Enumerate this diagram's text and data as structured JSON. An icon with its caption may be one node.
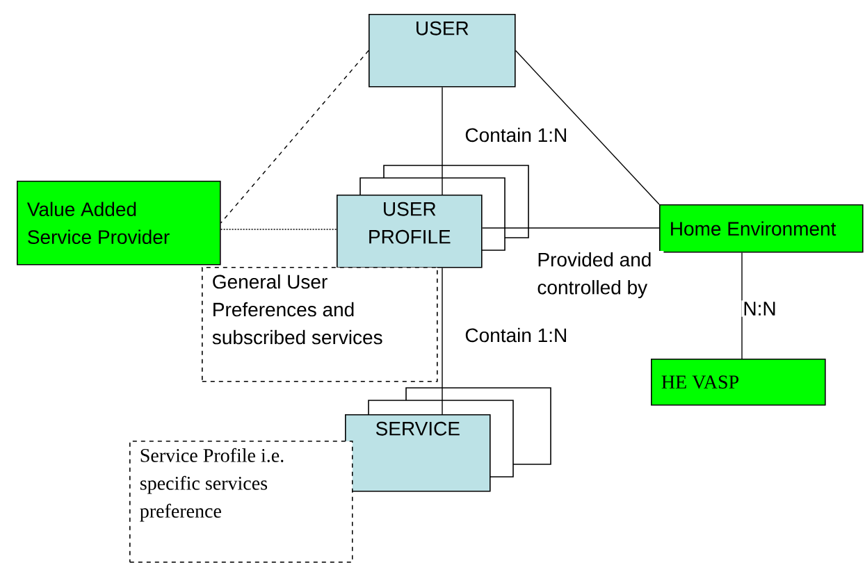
{
  "diagram": {
    "nodes": [
      {
        "text": [
          "USER"
        ]
      },
      {
        "text": [
          "Value Added Service Provider"
        ]
      },
      {
        "text": [
          "USER PROFILE"
        ]
      },
      {
        "text": [
          "Home Environment"
        ]
      },
      {
        "text": [
          "General User Preferences and subscribed services"
        ]
      },
      {
        "text": [
          "SERVICE"
        ]
      },
      {
        "text": [
          "HE VASP"
        ]
      },
      {
        "text": [
          "Service Profile i.e. specific services preference"
        ]
      }
    ],
    "edges": [
      {
        "from": 0,
        "to": 2,
        "arrow": "none",
        "label": "Contain 1:N"
      },
      {
        "from": 0,
        "to": 3,
        "arrow": "none"
      },
      {
        "from": 0,
        "to": 1,
        "arrow": "none",
        "style": "dashed"
      },
      {
        "from": 1,
        "to": 2,
        "arrow": "none",
        "style": "dashed"
      },
      {
        "from": 2,
        "to": 3,
        "arrow": "none",
        "label": "Provided and controlled by"
      },
      {
        "from": 2,
        "to": 5,
        "arrow": "none",
        "label": "Contain 1:N"
      },
      {
        "from": 3,
        "to": 6,
        "arrow": "none",
        "label": "N:N"
      }
    ]
  }
}
